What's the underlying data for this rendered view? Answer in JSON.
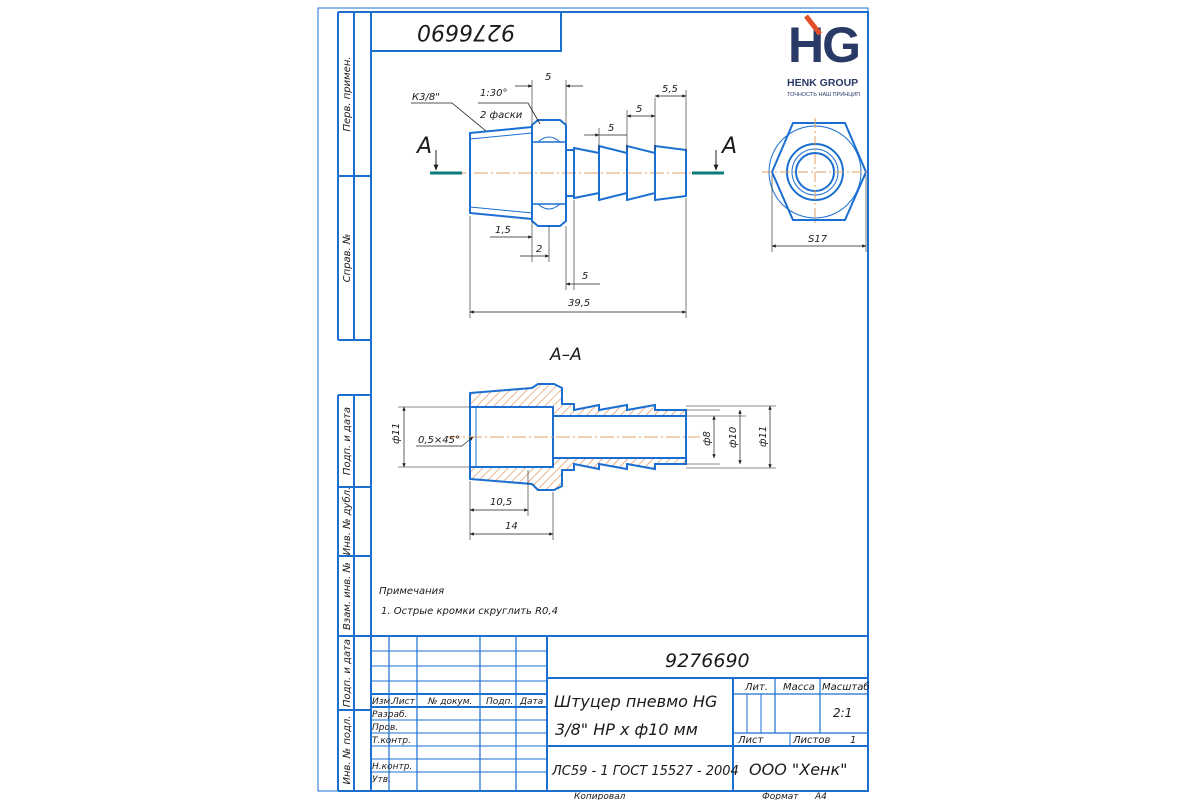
{
  "drawing": {
    "number_stamp": "9276690",
    "logo": {
      "mark": "HG",
      "company": "HENK GROUP",
      "slogan": "ТОЧНОСТЬ НАШ ПРИНЦИП"
    },
    "left_margin_labels": [
      "Перв. примен.",
      "Справ. №",
      "Подп. и дата",
      "Инв. № дубл.",
      "Взам. инв. №",
      "Подп. и дата",
      "Инв. № подл."
    ],
    "view_labels": {
      "section_marker": "A",
      "section_title": "А–А"
    },
    "dimensions": {
      "thread": "К3/8\"",
      "taper": "1:30°",
      "chamfers": "2 фаски",
      "top_5a": "5",
      "top_5b": "5",
      "top_5c": "5",
      "top_5_5": "5,5",
      "d_1_5": "1,5",
      "d_2": "2",
      "d_5": "5",
      "total": "39,5",
      "hex": "S17",
      "phi11_left": "ф11",
      "chamfer45": "0,5×45°",
      "phi8": "ф8",
      "phi10": "ф10",
      "phi11_right": "ф11",
      "d_10_5": "10,5",
      "d_14": "14"
    },
    "notes": {
      "title": "Примечания",
      "item1": "1. Острые кромки скруглить R0,4"
    }
  },
  "title_block": {
    "doc_number": "9276690",
    "name_line1": "Штуцер пневмо HG",
    "name_line2": "3/8\" НР х ф10 мм",
    "material": "ЛС59 - 1 ГОСТ 15527 - 2004",
    "organization": "ООО \"Хенк\"",
    "headers": {
      "lit": "Лит.",
      "mass": "Масса",
      "scale": "Масштаб"
    },
    "scale_value": "2:1",
    "sheet_label": "Лист",
    "sheets_label": "Листов",
    "sheets_value": "1",
    "col_headers": [
      "Изм.",
      "Лист",
      "№ докум.",
      "Подп.",
      "Дата"
    ],
    "roles": [
      "Разраб.",
      "Пров.",
      "Т.контр.",
      "Н.контр.",
      "Утв."
    ],
    "copied": "Копировал",
    "format_label": "Формат",
    "format_value": "А4"
  },
  "colors": {
    "frame": "#1a6fd0",
    "ink": "#1f1f1f",
    "axis": "#e0a060",
    "section_line": "#0f7a7a",
    "logo_dark": "#2a3a66",
    "logo_accent": "#e2502a"
  }
}
